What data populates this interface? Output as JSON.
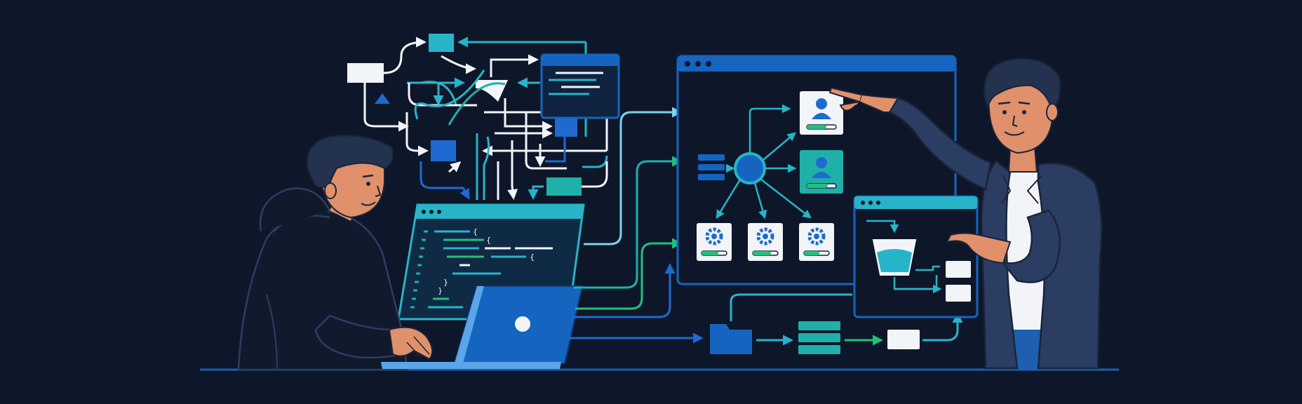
{
  "scene": {
    "background": "#0e1729",
    "colors": {
      "outline": "#1a5fb4",
      "blue": "#1565c0",
      "cyan": "#28b4c8",
      "teal": "#1fb0a8",
      "green": "#22c07a",
      "white": "#f2f4f8",
      "skin": "#e0916b",
      "hair": "#22324f",
      "hoodie": "#111a2c",
      "jacket": "#2b3d63",
      "jeans": "#1e5fb0"
    },
    "code_glyphs": [
      "{",
      "{",
      "{",
      "}",
      "}"
    ],
    "components": [
      "developer-with-laptop",
      "code-editor-window",
      "flowchart-tangle",
      "dashboard-window",
      "user-profile-cards",
      "settings-cards",
      "data-pipeline",
      "process-window",
      "presenter-person"
    ]
  }
}
